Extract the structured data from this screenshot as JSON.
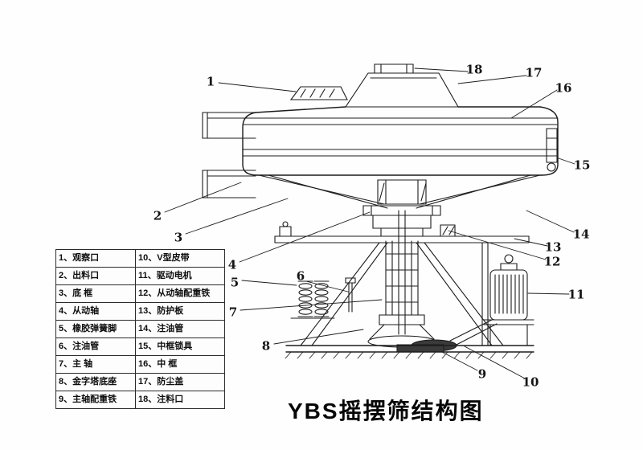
{
  "title": "YBS摇摆筛结构图",
  "legend": {
    "rows": [
      {
        "left": "1、观察口",
        "right": "10、V型皮带"
      },
      {
        "left": "2、出料口",
        "right": "11、驱动电机"
      },
      {
        "left": "3、底  框",
        "right": "12、从动轴配重铁"
      },
      {
        "left": "4、从动轴",
        "right": "13、防护板"
      },
      {
        "left": "5、橡胶弹簧脚",
        "right": "14、注油管"
      },
      {
        "left": "6、注油管",
        "right": "15、中框锁具"
      },
      {
        "left": "7、主  轴",
        "right": "16、中  框"
      },
      {
        "left": "8、金字塔底座",
        "right": "17、防尘盖"
      },
      {
        "left": "9、主轴配重铁",
        "right": "18、注料口"
      }
    ]
  },
  "callouts": [
    "1",
    "2",
    "3",
    "4",
    "5",
    "6",
    "7",
    "8",
    "9",
    "10",
    "11",
    "12",
    "13",
    "14",
    "15",
    "16",
    "17",
    "18"
  ]
}
